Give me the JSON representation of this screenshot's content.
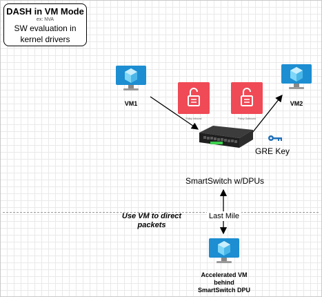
{
  "title_box": {
    "heading": "DASH in VM Mode",
    "subheading": "ex: NVA",
    "description_line1": "SW evaluation in",
    "description_line2": "kernel drivers"
  },
  "nodes": {
    "vm1": "VM1",
    "vm2": "VM2",
    "policy_inbound": "Policy Inbound",
    "policy_outbound": "Policy Outbound",
    "gre_key": "GRE Key",
    "smartswitch": "SmartSwitch w/DPUs",
    "use_vm_line1": "Use VM to direct",
    "use_vm_line2": "packets",
    "last_mile": "Last Mile",
    "accel_line1": "Accelerated VM",
    "accel_line2": "behind",
    "accel_line3": "SmartSwitch DPU"
  },
  "colors": {
    "vm_light": "#5ec8f2",
    "vm_dark": "#1c8ed1",
    "policy_red": "#ef4a56",
    "key_blue": "#1f6fb6"
  }
}
